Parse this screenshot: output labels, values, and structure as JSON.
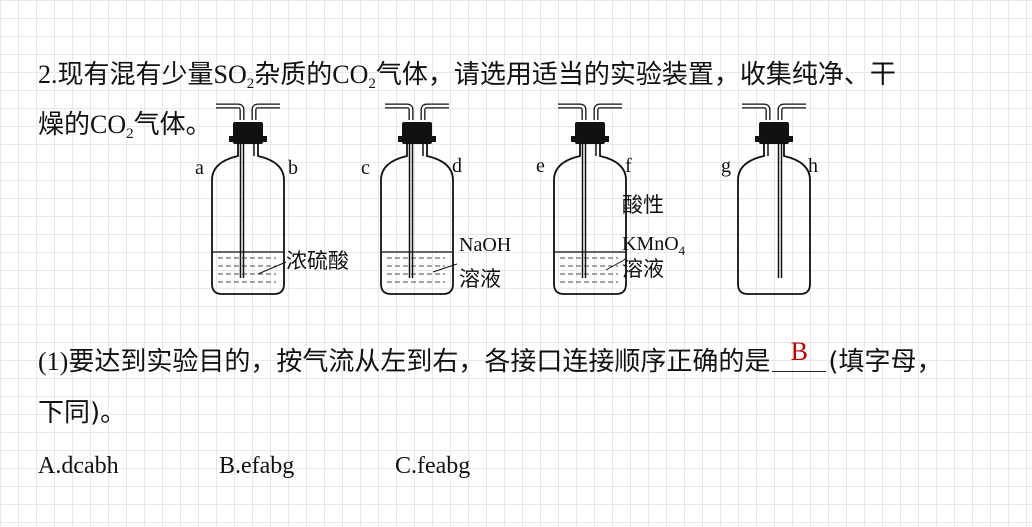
{
  "question": {
    "number": "2.",
    "line1_a": "现有混有少量",
    "line1_so": "SO",
    "line1_so_sub": "2",
    "line1_b": "杂质的",
    "line1_co": "CO",
    "line1_co_sub": "2",
    "line1_c": "气体，请选用适当的实验装置，收集纯净、干",
    "line2_a": "燥的",
    "line2_co": "CO",
    "line2_co_sub": "2",
    "line2_b": "气体。"
  },
  "apparatus": {
    "bottle1": {
      "left_port": "a",
      "right_port": "b",
      "reagent": "浓硫酸"
    },
    "bottle2": {
      "left_port": "c",
      "right_port": "d",
      "reagent_line1": "NaOH",
      "reagent_line2": "溶液"
    },
    "bottle3": {
      "left_port": "e",
      "right_port": "f",
      "reagent_line1": "酸性",
      "reagent_line2_main": "KMnO",
      "reagent_line2_sub": "4",
      "reagent_line3": "溶液"
    },
    "bottle4": {
      "left_port": "g",
      "right_port": "h"
    }
  },
  "part1": {
    "number": "(1)",
    "text_a": "要达到实验目的，按气流从左到右，各接口连接顺序正确的是",
    "answer": "B",
    "text_b": "(填字母，",
    "line2": "下同)。"
  },
  "options": {
    "a": "A.dcabh",
    "b": "B.efabg",
    "c": "C.feabg"
  },
  "colors": {
    "answer": "#c00000",
    "grid": "#e8e8e8"
  }
}
